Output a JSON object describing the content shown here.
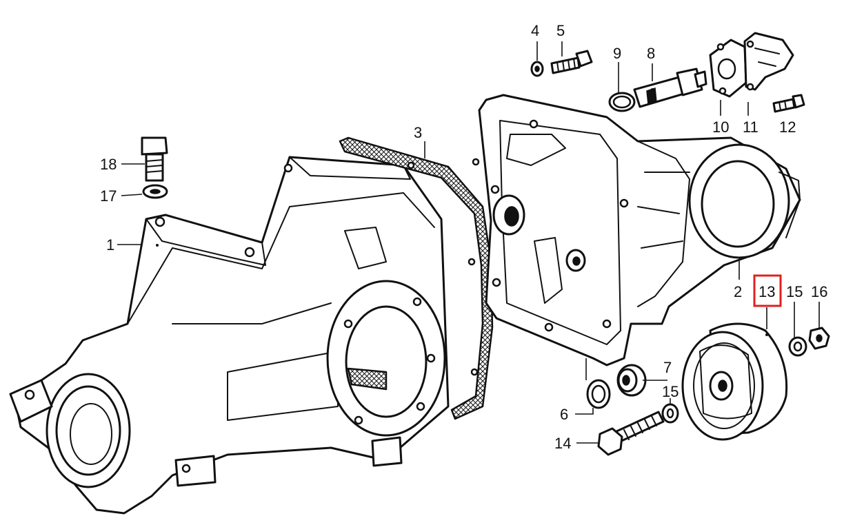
{
  "callouts": [
    {
      "id": "1",
      "label": "1"
    },
    {
      "id": "2",
      "label": "2"
    },
    {
      "id": "3",
      "label": "3"
    },
    {
      "id": "4",
      "label": "4"
    },
    {
      "id": "5",
      "label": "5"
    },
    {
      "id": "6",
      "label": "6"
    },
    {
      "id": "7",
      "label": "7"
    },
    {
      "id": "8",
      "label": "8"
    },
    {
      "id": "9",
      "label": "9"
    },
    {
      "id": "10",
      "label": "10"
    },
    {
      "id": "11",
      "label": "11"
    },
    {
      "id": "12",
      "label": "12"
    },
    {
      "id": "13",
      "label": "13",
      "highlighted": true
    },
    {
      "id": "14",
      "label": "14"
    },
    {
      "id": "15a",
      "label": "15"
    },
    {
      "id": "15b",
      "label": "15"
    },
    {
      "id": "16",
      "label": "16"
    },
    {
      "id": "17",
      "label": "17"
    },
    {
      "id": "18",
      "label": "18"
    }
  ],
  "colors": {
    "line": "#111111",
    "background": "#ffffff",
    "highlight": "#e02020"
  }
}
